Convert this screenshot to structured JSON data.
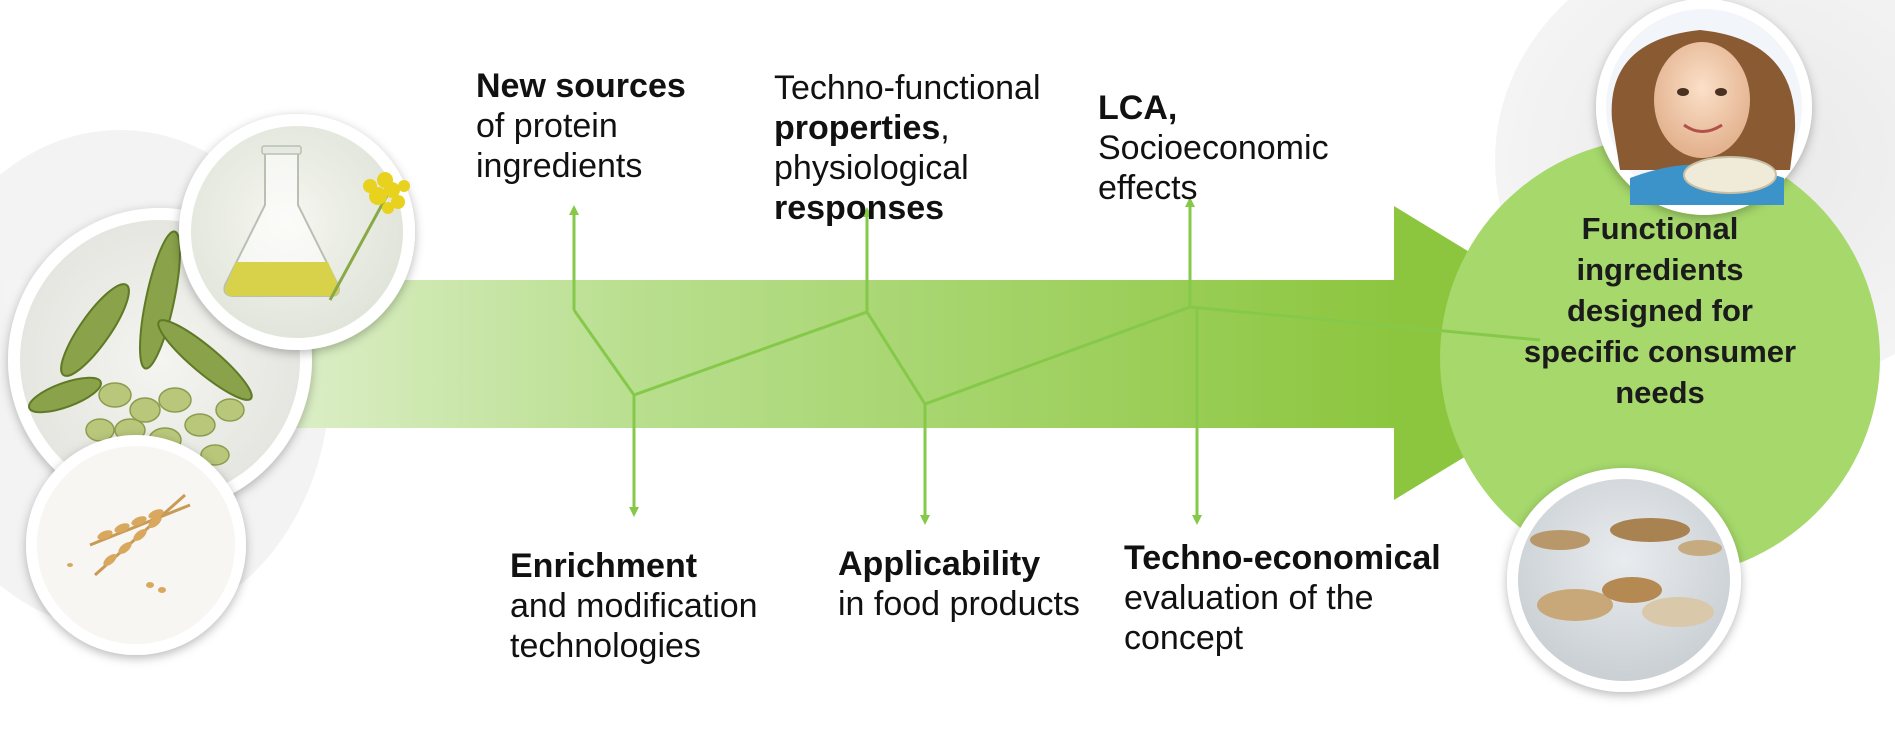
{
  "labels": {
    "new_sources": {
      "bold": "New sources",
      "rest": "of protein ingredients"
    },
    "techno_functional": {
      "pre": "Techno-functional",
      "bold1": "properties",
      "mid": ", physiological",
      "bold2": "responses"
    },
    "lca": {
      "bold": "LCA,",
      "rest": "Socioeconomic effects"
    },
    "enrichment": {
      "bold": "Enrichment",
      "rest": "and modification technologies"
    },
    "applicability": {
      "bold": "Applicability",
      "rest": "in food products"
    },
    "techno_economical": {
      "bold": "Techno-economical",
      "rest": "evaluation of the concept"
    },
    "goal": "Functional ingredients designed for specific consumer needs"
  },
  "colors": {
    "arrow_green": "#8cc63e",
    "arrow_light": "#e8f3da",
    "goal_circle": "#a6d86b",
    "connector_line": "#86c94a"
  }
}
